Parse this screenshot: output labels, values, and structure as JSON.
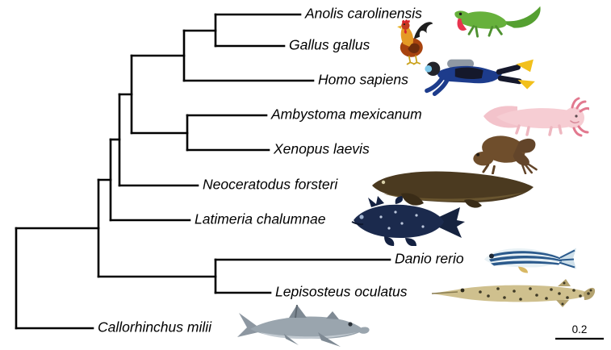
{
  "figure": {
    "scale_bar_label": "0.2",
    "branch_color": "#000000"
  },
  "taxa": [
    {
      "name": "Anolis carolinensis",
      "icon": "green-anole-lizard"
    },
    {
      "name": "Gallus gallus",
      "icon": "rooster"
    },
    {
      "name": "Homo sapiens",
      "icon": "scuba-diver"
    },
    {
      "name": "Ambystoma mexicanum",
      "icon": "axolotl"
    },
    {
      "name": "Xenopus laevis",
      "icon": "clawed-frog"
    },
    {
      "name": "Neoceratodus forsteri",
      "icon": "australian-lungfish"
    },
    {
      "name": "Latimeria chalumnae",
      "icon": "coelacanth"
    },
    {
      "name": "Danio rerio",
      "icon": "zebrafish"
    },
    {
      "name": "Lepisosteus oculatus",
      "icon": "spotted-gar"
    },
    {
      "name": "Callorhinchus milii",
      "icon": "elephant-shark"
    }
  ],
  "tree": {
    "tip_order_top_to_bottom": [
      "Anolis carolinensis",
      "Gallus gallus",
      "Homo sapiens",
      "Ambystoma mexicanum",
      "Xenopus laevis",
      "Neoceratodus forsteri",
      "Latimeria chalumnae",
      "Danio rerio",
      "Lepisosteus oculatus",
      "Callorhinchus milii"
    ],
    "topology_newick": "(((((((Anolis_carolinensis,Gallus_gallus),Homo_sapiens),(Ambystoma_mexicanum,Xenopus_laevis)),Neoceratodus_forsteri),Latimeria_chalumnae),(Danio_rerio,Lepisosteus_oculatus)),Callorhinchus_milii);"
  }
}
